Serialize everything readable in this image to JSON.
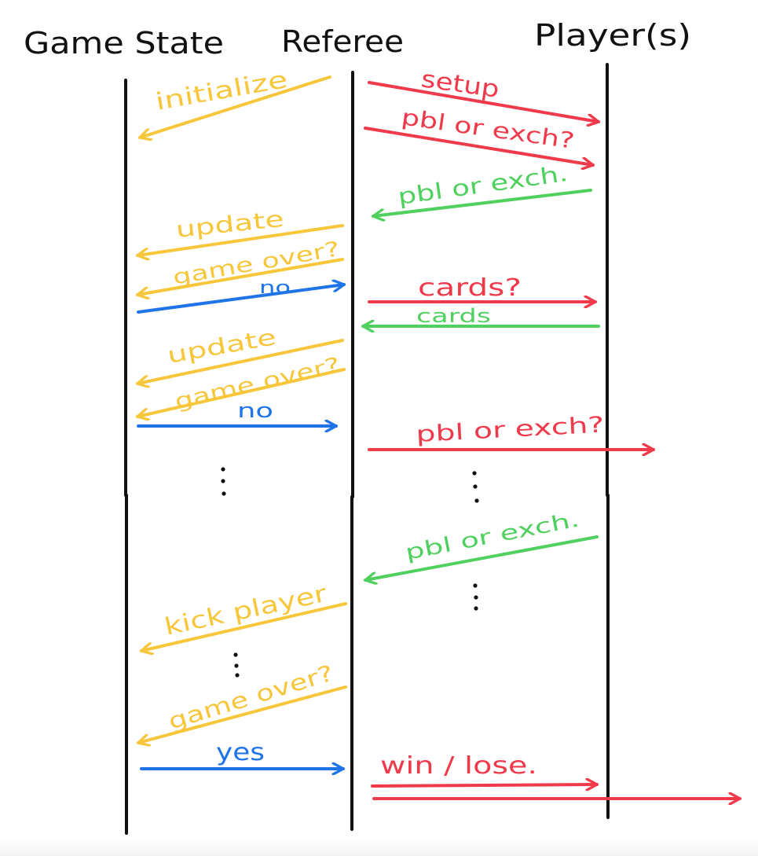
{
  "headers": {
    "game_state": "Game State",
    "referee": "Referee",
    "players": "Player(s)"
  },
  "colors": {
    "line": "#111111",
    "yellow": "#f7c63a",
    "red": "#ee3a4a",
    "green": "#4fd05f",
    "blue": "#1f74e8"
  },
  "messages": {
    "initialize": "initialize",
    "setup": "setup",
    "pbl_or_exch_q_1": "pbl or exch?",
    "pbl_or_exch_1": "pbl or exch.",
    "update_1": "update",
    "game_over_q_1": "game over?",
    "no_1": "no",
    "cards_q": "cards?",
    "cards": "cards",
    "update_2": "update",
    "game_over_q_2": "game over?",
    "no_2": "no",
    "pbl_or_exch_q_2": "pbl or exch?",
    "pbl_or_exch_2": "pbl or exch.",
    "kick_player": "kick player",
    "game_over_q_3": "game over?",
    "yes": "yes",
    "win_lose": "win / lose."
  }
}
